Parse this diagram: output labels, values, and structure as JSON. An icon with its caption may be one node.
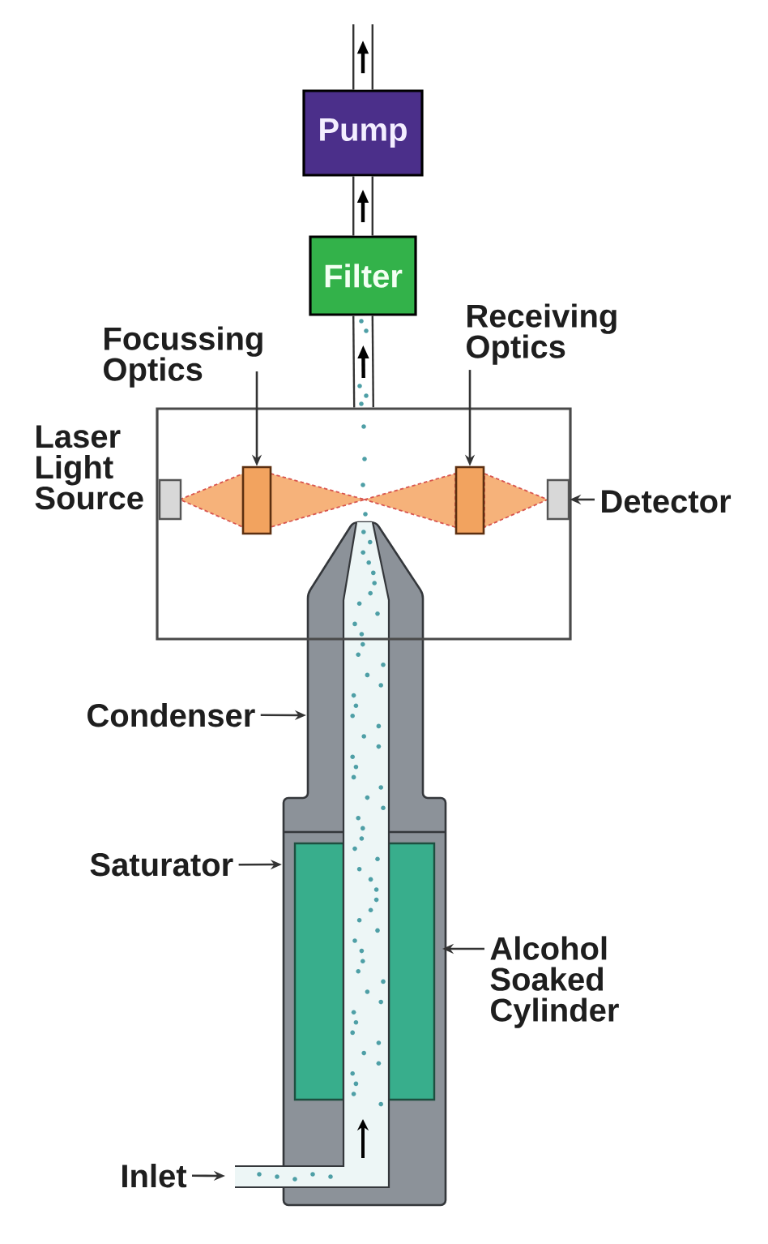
{
  "diagram": {
    "nodes": [
      {
        "text": [
          "Pump"
        ]
      },
      {
        "text": [
          "Filter"
        ]
      },
      {
        "text": [
          "Focussing Optics"
        ]
      },
      {
        "text": [
          "Receiving Optics"
        ]
      },
      {
        "text": [],
        "shape": "box"
      },
      {
        "text": [],
        "shape": "box",
        "in": 4,
        "beside": [
          "Laser Light Source"
        ]
      },
      {
        "text": [],
        "shape": "box",
        "in": 4
      },
      {
        "text": [],
        "shape": "box",
        "in": 4
      },
      {
        "text": [],
        "shape": "box",
        "in": 4
      },
      {
        "text": [
          "Detector"
        ]
      },
      {
        "text": [
          "Condenser"
        ]
      },
      {
        "text": [
          "Saturator"
        ]
      },
      {
        "text": [
          "Alcohol Soaked Cylinder"
        ]
      },
      {
        "text": [
          "Inlet"
        ]
      }
    ],
    "edges": [
      {
        "from": 0,
        "to": null,
        "arrow": "to",
        "style": "thick"
      },
      {
        "from": 1,
        "to": 0,
        "arrow": "to",
        "style": "thick"
      },
      {
        "from": 4,
        "to": 1,
        "arrow": "to",
        "style": "thick"
      },
      {
        "from": 2,
        "to": 6,
        "arrow": "to"
      },
      {
        "from": 3,
        "to": 7,
        "arrow": "to"
      },
      {
        "from": 9,
        "to": 8,
        "arrow": "to"
      },
      {
        "from": 10,
        "to": null,
        "arrow": "to"
      },
      {
        "from": 11,
        "to": null,
        "arrow": "to"
      },
      {
        "from": 12,
        "to": null,
        "arrow": "to"
      },
      {
        "from": 13,
        "to": null,
        "arrow": "to"
      }
    ]
  }
}
